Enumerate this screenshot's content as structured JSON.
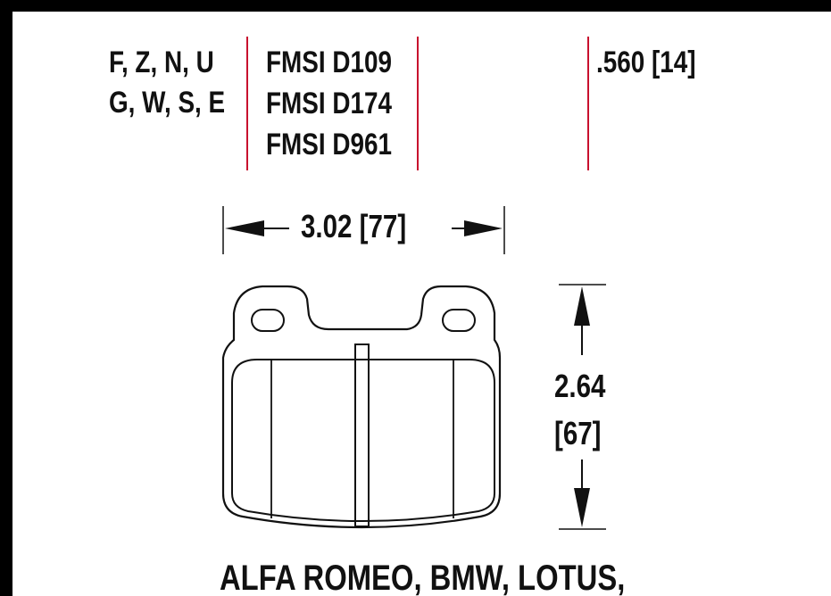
{
  "compounds": {
    "line1": "F, Z, N, U",
    "line2": "G, W, S, E"
  },
  "fmsi": [
    "FMSI D109",
    "FMSI D174",
    "FMSI D961"
  ],
  "thickness": ".560 [14]",
  "width_dim": "3.02 [77]",
  "height_dim": {
    "line1": "2.64",
    "line2": "[67]"
  },
  "fitment": "ALFA ROMEO, BMW, LOTUS,",
  "colors": {
    "divider": "#c8102e",
    "frame": "#000000",
    "ink": "#111111"
  }
}
